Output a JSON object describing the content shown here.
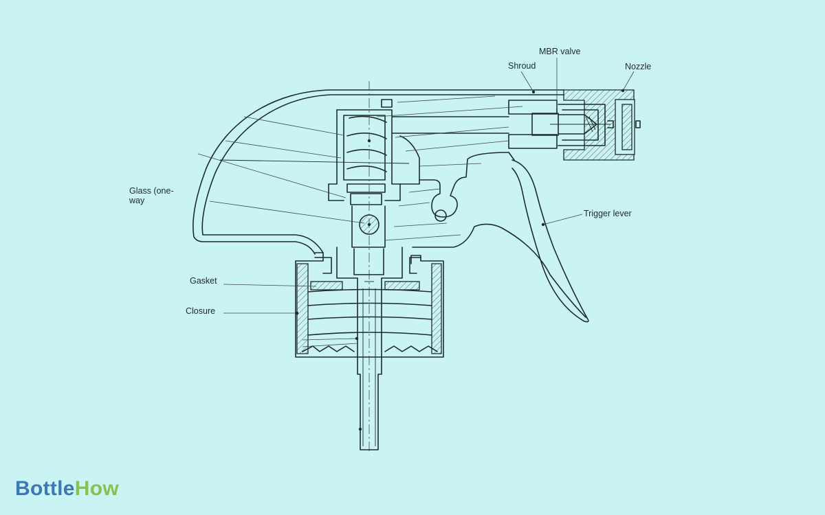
{
  "labels": {
    "mbr_valve": "MBR valve",
    "shroud": "Shroud",
    "nozzle": "Nozzle",
    "glass": "Glass (one-way",
    "trigger_lever": "Trigger lever",
    "gasket": "Gasket",
    "closure": "Closure"
  },
  "brand": {
    "part1": "Bottle",
    "part2": "How"
  },
  "colors": {
    "background": "#c9f4f3",
    "line": "#1d2b2b",
    "brand_blue": "#3a78b8",
    "brand_green": "#86c24e"
  }
}
